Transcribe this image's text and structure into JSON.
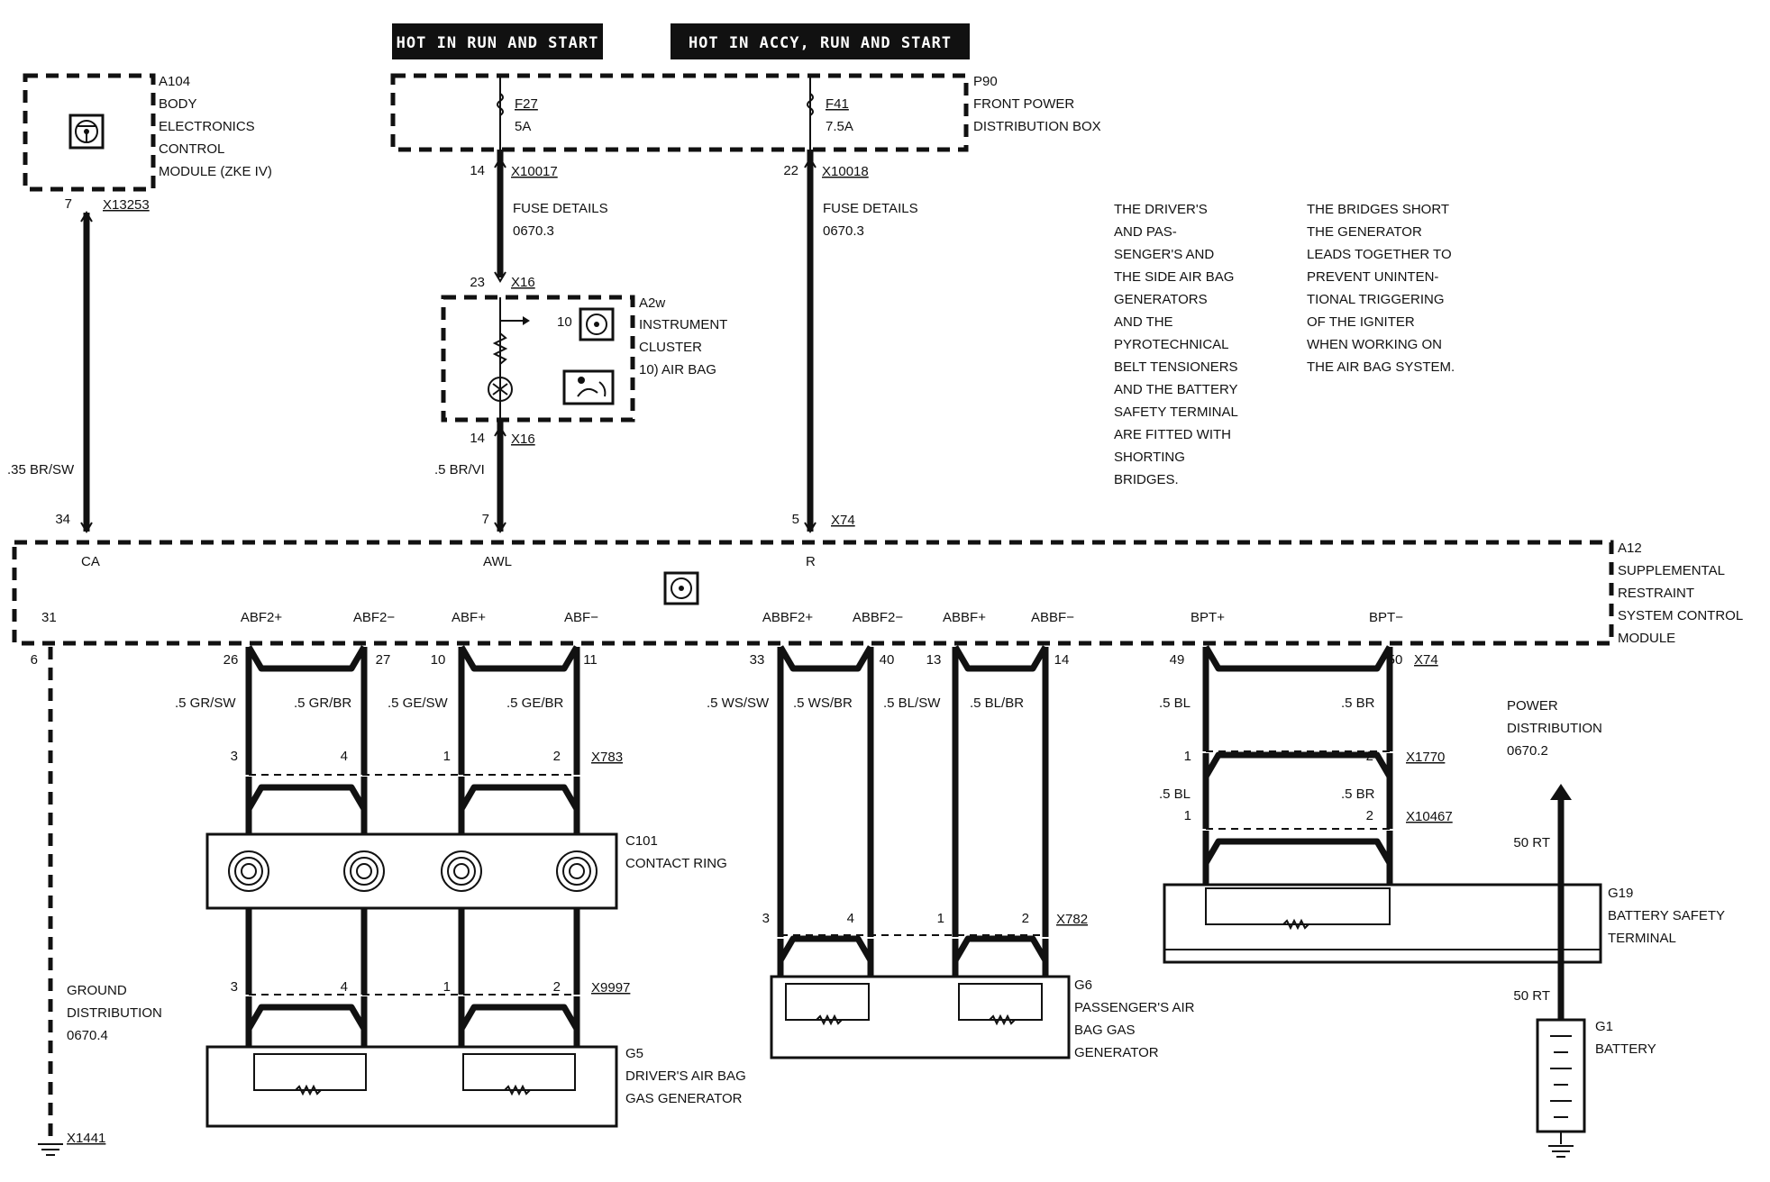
{
  "headers": {
    "hot_run_start": "HOT IN RUN AND START",
    "hot_accy_run_start": "HOT IN ACCY, RUN AND START"
  },
  "a104": {
    "lines": [
      "A104",
      "BODY",
      "ELECTRONICS",
      "CONTROL",
      "MODULE (ZKE IV)"
    ],
    "pin": "7",
    "connector": "X13253"
  },
  "p90": {
    "lines": [
      "P90",
      "FRONT POWER",
      "DISTRIBUTION BOX"
    ],
    "fuse1_name": "F27",
    "fuse1_rating": "5A",
    "fuse2_name": "F41",
    "fuse2_rating": "7.5A",
    "pin1": "14",
    "conn1": "X10017",
    "pin2": "22",
    "conn2": "X10018"
  },
  "fuse_details": {
    "label": "FUSE DETAILS",
    "ref": "0670.3"
  },
  "a2w": {
    "lines": [
      "A2w",
      "INSTRUMENT",
      "CLUSTER",
      "10) AIR BAG"
    ],
    "pin_top": "23",
    "conn_top": "X16",
    "pin_bottom": "14",
    "conn_bottom": "X16",
    "lamp_ref": "10"
  },
  "wires": {
    "a104_wire": ".35 BR/SW",
    "cluster_wire": ".5 BR/VI"
  },
  "a12": {
    "lines": [
      "A12",
      "SUPPLEMENTAL",
      "RESTRAINT",
      "SYSTEM CONTROL",
      "MODULE"
    ],
    "top_pin_ca": "34",
    "top_pin_awl": "7",
    "top_pin_r": "5",
    "top_conn": "X74",
    "term_ca": "CA",
    "term_awl": "AWL",
    "term_r": "R",
    "ground_term": "31",
    "ground_pin": "6",
    "terms": [
      "ABF2+",
      "ABF2−",
      "ABF+",
      "ABF−",
      "ABBF2+",
      "ABBF2−",
      "ABBF+",
      "ABBF−",
      "BPT+",
      "BPT−"
    ],
    "pins": [
      "26",
      "27",
      "10",
      "11",
      "33",
      "40",
      "13",
      "14",
      "49",
      "50"
    ],
    "bottom_conn": "X74"
  },
  "driver_wires": [
    ".5 GR/SW",
    ".5 GR/BR",
    ".5 GE/SW",
    ".5 GE/BR"
  ],
  "passenger_wires": [
    ".5 WS/SW",
    ".5 WS/BR",
    ".5 BL/SW",
    ".5 BL/BR"
  ],
  "bpt_wires": [
    ".5 BL",
    ".5 BR"
  ],
  "x783": {
    "pins": [
      "3",
      "4",
      "1",
      "2"
    ],
    "name": "X783"
  },
  "c101": {
    "lines": [
      "C101",
      "CONTACT RING"
    ]
  },
  "x9997": {
    "pins": [
      "3",
      "4",
      "1",
      "2"
    ],
    "name": "X9997"
  },
  "g5": {
    "lines": [
      "G5",
      "DRIVER'S AIR BAG",
      "GAS GENERATOR"
    ]
  },
  "x782": {
    "pins": [
      "3",
      "4",
      "1",
      "2"
    ],
    "name": "X782"
  },
  "g6": {
    "lines": [
      "G6",
      "PASSENGER'S AIR",
      "BAG GAS",
      "GENERATOR"
    ]
  },
  "x1770": {
    "pins": [
      "1",
      "2"
    ],
    "name": "X1770"
  },
  "x10467": {
    "pins": [
      "1",
      "2"
    ],
    "name": "X10467"
  },
  "bpt_wires_lower": [
    ".5 BL",
    ".5 BR"
  ],
  "g19": {
    "lines": [
      "G19",
      "BATTERY SAFETY",
      "TERMINAL"
    ]
  },
  "power_dist": {
    "lines": [
      "POWER",
      "DISTRIBUTION",
      "0670.2"
    ],
    "wire": "50 RT"
  },
  "g1": {
    "lines": [
      "G1",
      "BATTERY"
    ],
    "wire": "50 RT"
  },
  "ground_dist": {
    "lines": [
      "GROUND",
      "DISTRIBUTION",
      "0670.4"
    ],
    "ground_conn": "X1441"
  },
  "notes": {
    "note1": [
      "THE DRIVER'S",
      "AND PAS-",
      "SENGER'S AND",
      "THE SIDE AIR BAG",
      "GENERATORS",
      "AND THE",
      "PYROTECHNICAL",
      "BELT TENSIONERS",
      "AND THE BATTERY",
      "SAFETY TERMINAL",
      "ARE FITTED WITH",
      "SHORTING",
      "BRIDGES."
    ],
    "note2": [
      "THE BRIDGES SHORT",
      "THE GENERATOR",
      "LEADS TOGETHER TO",
      "PREVENT UNINTEN-",
      "TIONAL TRIGGERING",
      "OF THE IGNITER",
      "WHEN WORKING ON",
      "THE AIR BAG SYSTEM."
    ]
  }
}
